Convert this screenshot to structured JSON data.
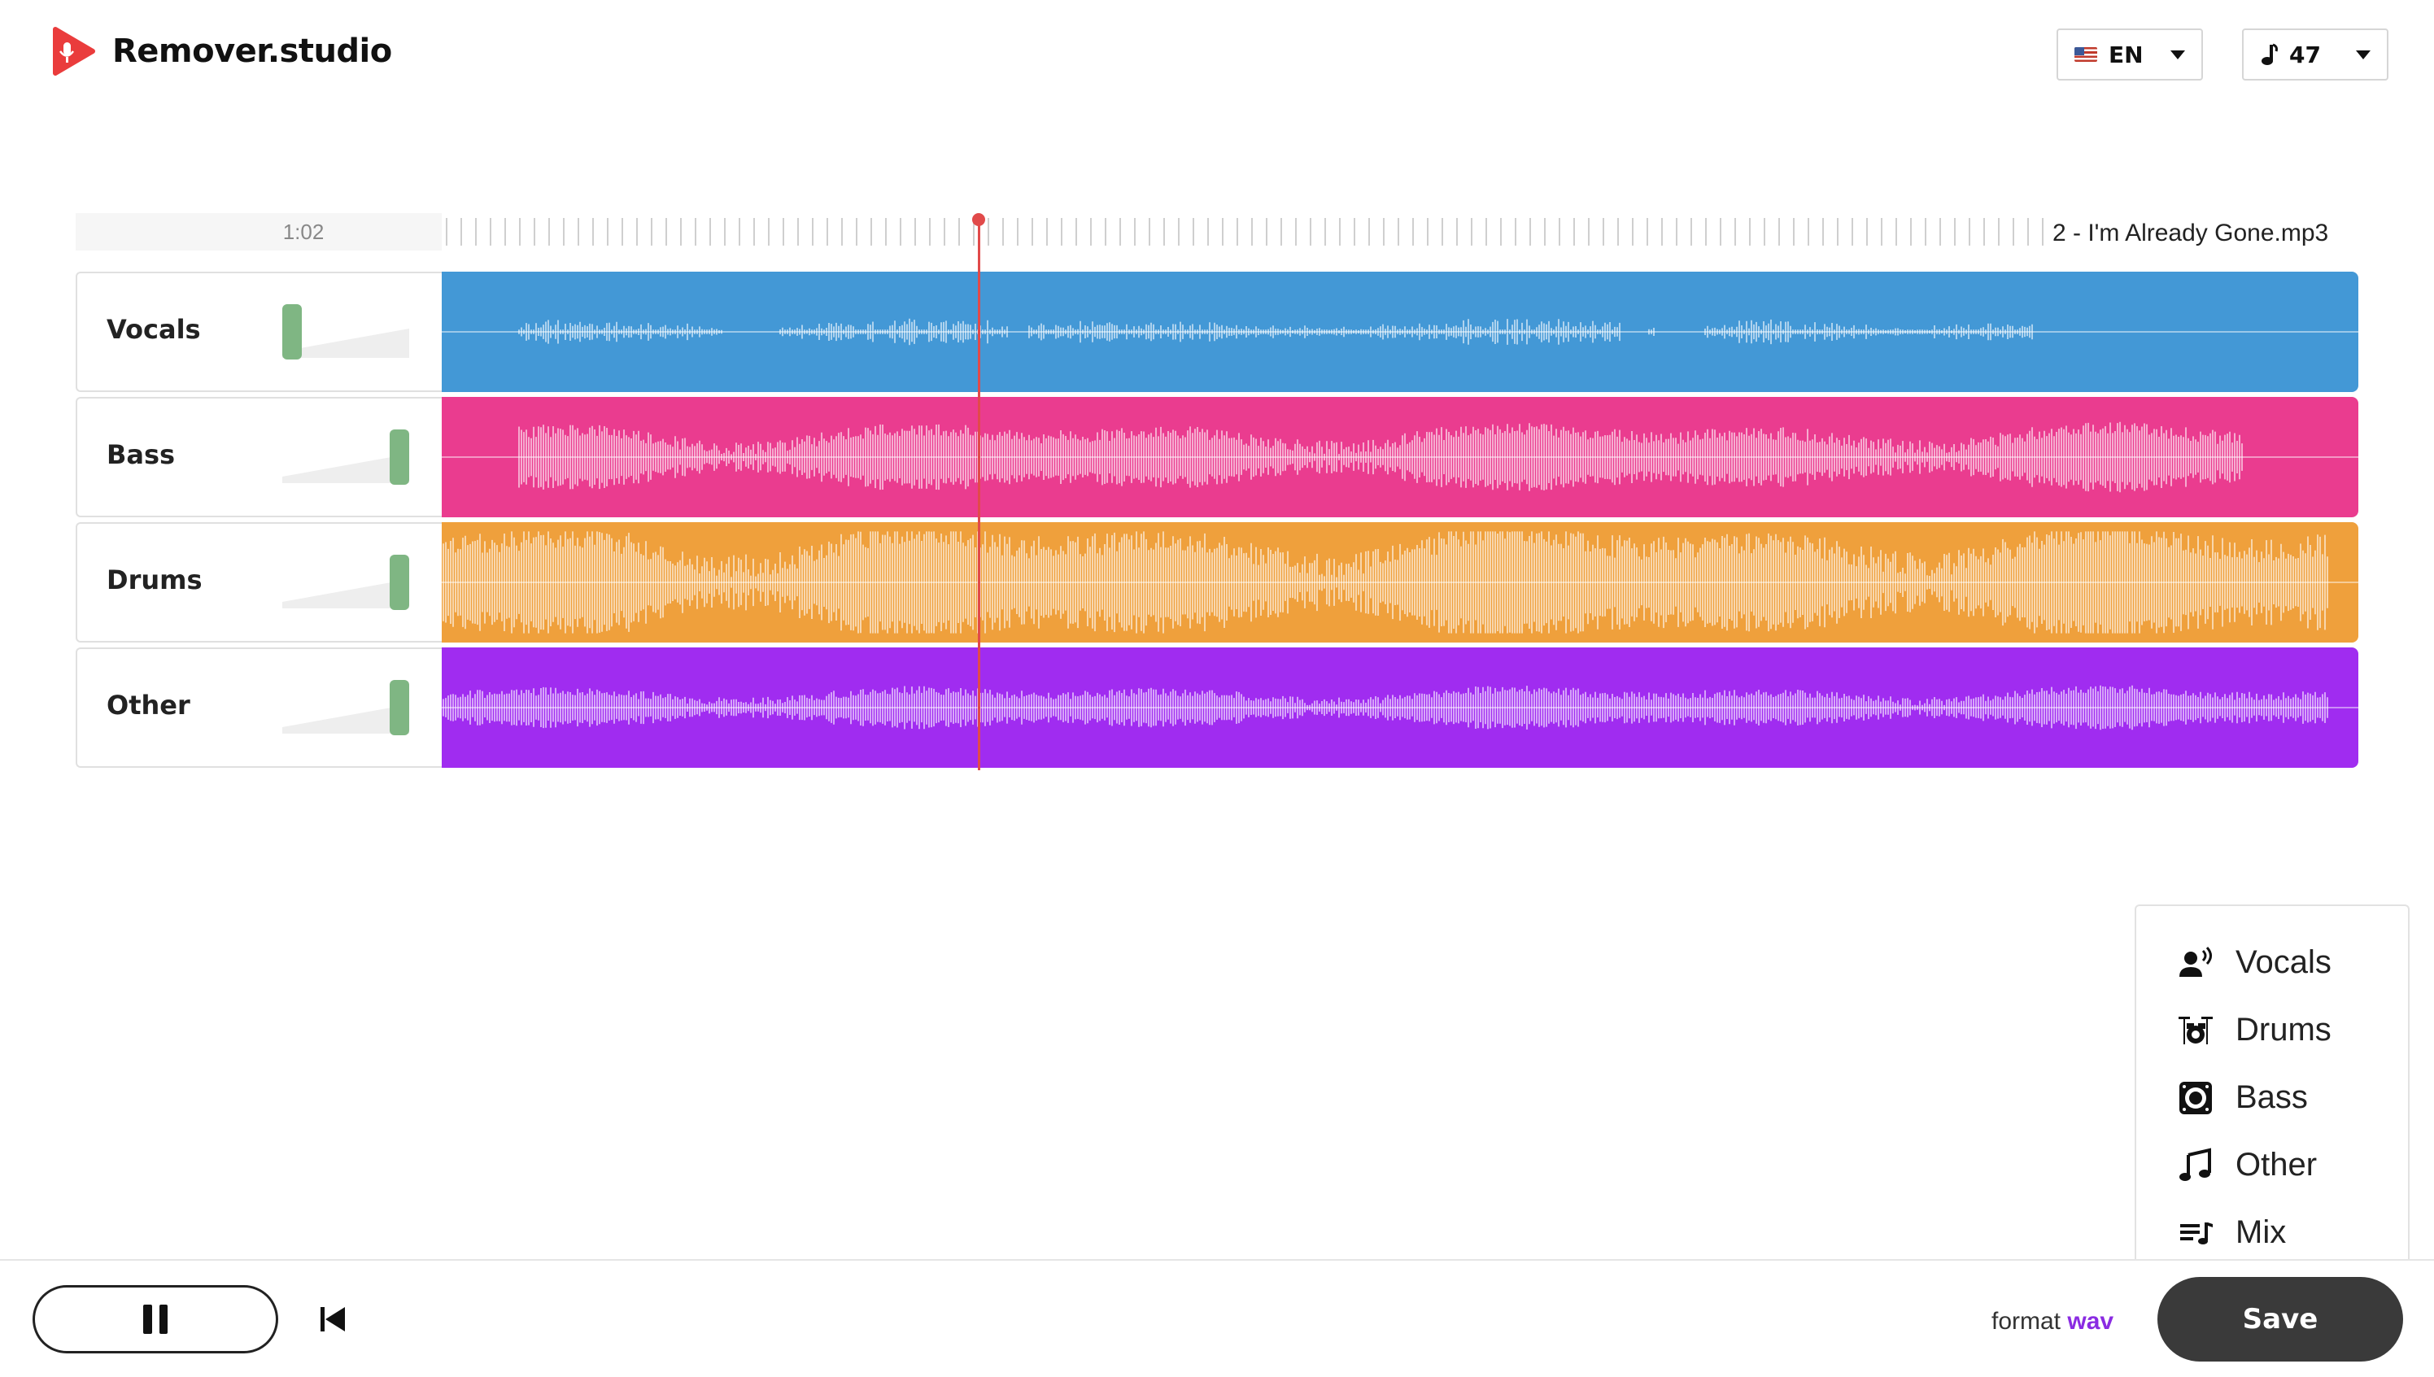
{
  "app": {
    "brand": "Remover.studio"
  },
  "header": {
    "language": {
      "code": "EN",
      "flag_icon": "us-flag-icon"
    },
    "credits": {
      "icon": "music-note-icon",
      "value": "47"
    }
  },
  "timeline": {
    "current_time": "1:02",
    "file_name": "2 - I'm Already Gone.mp3",
    "playhead_fraction": 0.28
  },
  "colors": {
    "vocals": "#4398d6",
    "bass": "#ea3c8f",
    "drums": "#efa03c",
    "other": "#a02cf0",
    "playhead": "#e14a4a",
    "volume_thumb": "#7fb683",
    "format_accent": "#8a2be2"
  },
  "tracks": [
    {
      "name": "Vocals",
      "volume": 0.0
    },
    {
      "name": "Bass",
      "volume": 1.0
    },
    {
      "name": "Drums",
      "volume": 1.0
    },
    {
      "name": "Other",
      "volume": 1.0
    }
  ],
  "stem_menu": {
    "items": [
      {
        "label": "Vocals",
        "icon": "vocals-icon"
      },
      {
        "label": "Drums",
        "icon": "drum-kit-icon"
      },
      {
        "label": "Bass",
        "icon": "speaker-icon"
      },
      {
        "label": "Other",
        "icon": "music-note-icon"
      },
      {
        "label": "Mix",
        "icon": "playlist-icon"
      }
    ]
  },
  "player": {
    "format_label": "format",
    "format_value": "wav",
    "save_label": "Save",
    "pause_icon": "pause-icon",
    "rewind_icon": "skip-back-icon"
  }
}
